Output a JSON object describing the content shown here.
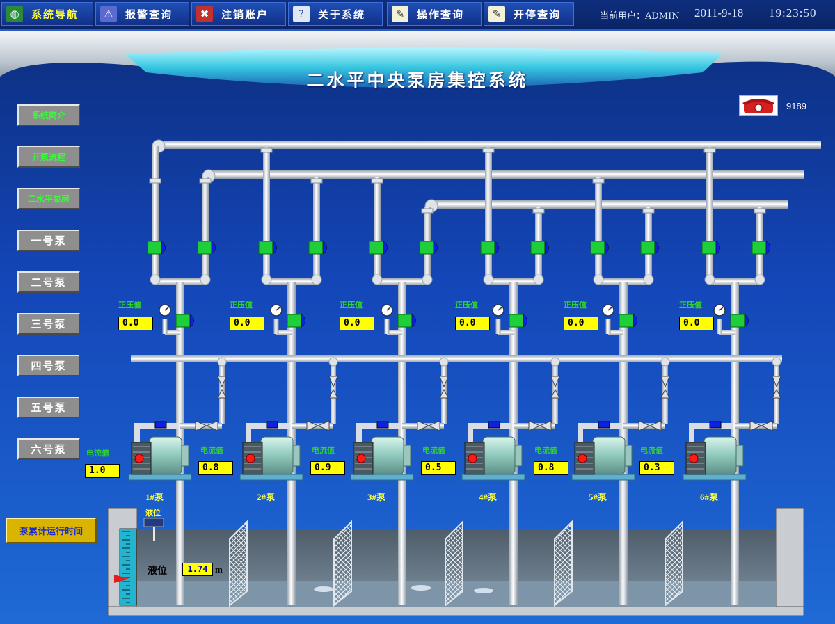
{
  "menu": [
    {
      "label": "系统导航",
      "icon": "globe-icon",
      "active": true
    },
    {
      "label": "报警查询",
      "icon": "alarm-icon",
      "active": false
    },
    {
      "label": "注销账户",
      "icon": "user-logout-icon",
      "active": false
    },
    {
      "label": "关于系统",
      "icon": "about-icon",
      "active": false
    },
    {
      "label": "操作查询",
      "icon": "notepad-icon",
      "active": false
    },
    {
      "label": "开停查询",
      "icon": "notepad-icon",
      "active": false
    }
  ],
  "header": {
    "user": "当前用户：ADMIN",
    "date": "2011-9-18",
    "time": "19:23:50",
    "title": "二水平中央泵房集控系统"
  },
  "phone": {
    "number": "9189",
    "icon": "telephone-icon"
  },
  "nav": [
    {
      "label": "系统简介",
      "green": true
    },
    {
      "label": "开泵流程",
      "green": true
    },
    {
      "label": "二水平泵房",
      "green": true
    },
    {
      "label": "一号泵",
      "green": false
    },
    {
      "label": "二号泵",
      "green": false
    },
    {
      "label": "三号泵",
      "green": false
    },
    {
      "label": "四号泵",
      "green": false
    },
    {
      "label": "五号泵",
      "green": false
    },
    {
      "label": "六号泵",
      "green": false
    }
  ],
  "runtime_button": "泵累计运行时间",
  "pressure_label": "正压值",
  "current_label": "电流值",
  "pumps": [
    {
      "name": "1#泵",
      "pressure": "0.0",
      "current": "1.0"
    },
    {
      "name": "2#泵",
      "pressure": "0.0",
      "current": "0.8"
    },
    {
      "name": "3#泵",
      "pressure": "0.0",
      "current": "0.9"
    },
    {
      "name": "4#泵",
      "pressure": "0.0",
      "current": "0.5"
    },
    {
      "name": "5#泵",
      "pressure": "0.0",
      "current": "0.8"
    },
    {
      "name": "6#泵",
      "pressure": "0.0",
      "current": "0.3"
    }
  ],
  "level": {
    "gauge_label": "液位",
    "label": "液位",
    "value": "1.74",
    "unit": "m"
  },
  "colors": {
    "pipe": "#d8dde6",
    "valve_green": "#1fcf3a",
    "valve_blue": "#1020e0",
    "value_box": "#ffff00",
    "water": "#5f7488"
  }
}
